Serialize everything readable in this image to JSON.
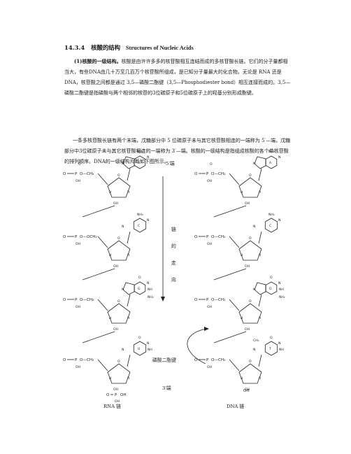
{
  "section": {
    "number": "14.3.4",
    "title_cn": "核酸的结构",
    "title_en": "Structures of Nucleic Acids"
  },
  "para1": {
    "lead_bold": "(1)核酸的一级结构。",
    "text": "核酸是由许许多多的核苷酸相互连结而成的多核苷酸长链。它们的分子量都相当大，有些DNA由几十万至几百万个核苷酸所组成，是已知分子量最大的化合物。无论是 RNA 还是 DNA，核苷酸之间都是通过 3,5—磷酸二酯键（3,5—Phosphodiester bond）相互连接而成的。3,5—磷酸二酯键是指磷酸与两个相邻的核苷的3位碳原子和5位碳原子上的羟基分别形成酯键。"
  },
  "para2": {
    "text": "一条多核苷酸长链有两个末端，戊糖部分中 5 位碳原子未与其它核苷酸相连的一端称为 5′—端，戊糖部分中3位碳原子未与其它核苷酸相连的一端称为 3′—端。核酸的一级结构是指组成核酸的各个单核苷酸的排列顺序。DNA的一级结构片断如下图所示。"
  },
  "diagram": {
    "five_prime_label": "5′端",
    "three_prime_label": "3′端",
    "direction_chars": [
      "链",
      "的",
      "走",
      "向"
    ],
    "bond_label": "磷酸二酯键",
    "rna_caption": "RNA 链",
    "dna_caption": "DNA 链",
    "left_bases": [
      "A",
      "C",
      "G",
      "U"
    ],
    "right_bases": [
      "A",
      "C",
      "G",
      "T"
    ],
    "atoms": {
      "nh2": "NH₂",
      "n": "N",
      "o": "O",
      "p": "P",
      "oh": "OH",
      "h": "H",
      "nh": "NH",
      "ch2": "CH₂",
      "ch3": "CH₃",
      "och2": "O—CH₂",
      "ooch2": "O—OCH₂"
    }
  }
}
